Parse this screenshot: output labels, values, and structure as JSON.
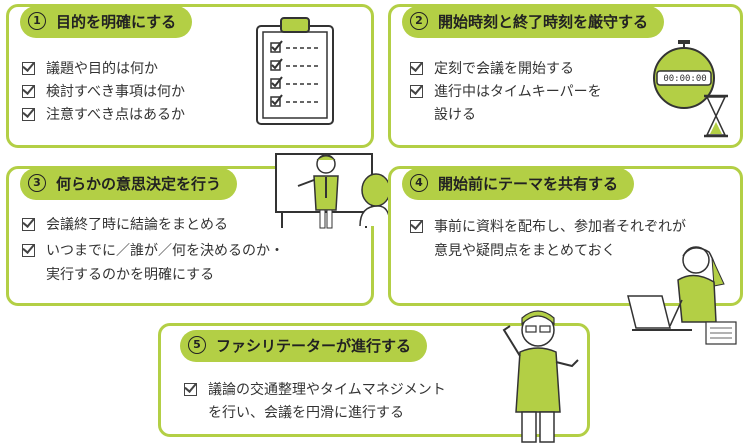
{
  "colors": {
    "accent": "#b3cf45",
    "text": "#333333"
  },
  "cards": [
    {
      "num": "1",
      "title": "目的を明確にする",
      "items": [
        "議題や目的は何か",
        "検討すべき事項は何か",
        "注意すべき点はあるか"
      ],
      "illustration": "clipboard-checklist-icon"
    },
    {
      "num": "2",
      "title": "開始時刻と終了時刻を厳守する",
      "items": [
        "定刻で会議を開始する",
        "進行中はタイムキーパーを",
        "設ける"
      ],
      "timer_display": "00:00:00",
      "illustration": "stopwatch-and-hourglass-icon"
    },
    {
      "num": "3",
      "title": "何らかの意思決定を行う",
      "items": [
        "会議終了時に結論をまとめる",
        "いつまでに／誰が／何を決めるのか・",
        "実行するのかを明確にする"
      ],
      "illustration": "presenter-at-whiteboard-icon"
    },
    {
      "num": "4",
      "title": "開始前にテーマを共有する",
      "items": [
        "事前に資料を配布し、参加者それぞれが",
        "意見や疑問点をまとめておく"
      ],
      "illustration": "woman-with-laptop-icon"
    },
    {
      "num": "5",
      "title": "ファシリテーターが進行する",
      "items": [
        "議論の交通整理やタイムマネジメント",
        "を行い、会議を円滑に進行する"
      ],
      "illustration": "facilitator-man-icon"
    }
  ]
}
